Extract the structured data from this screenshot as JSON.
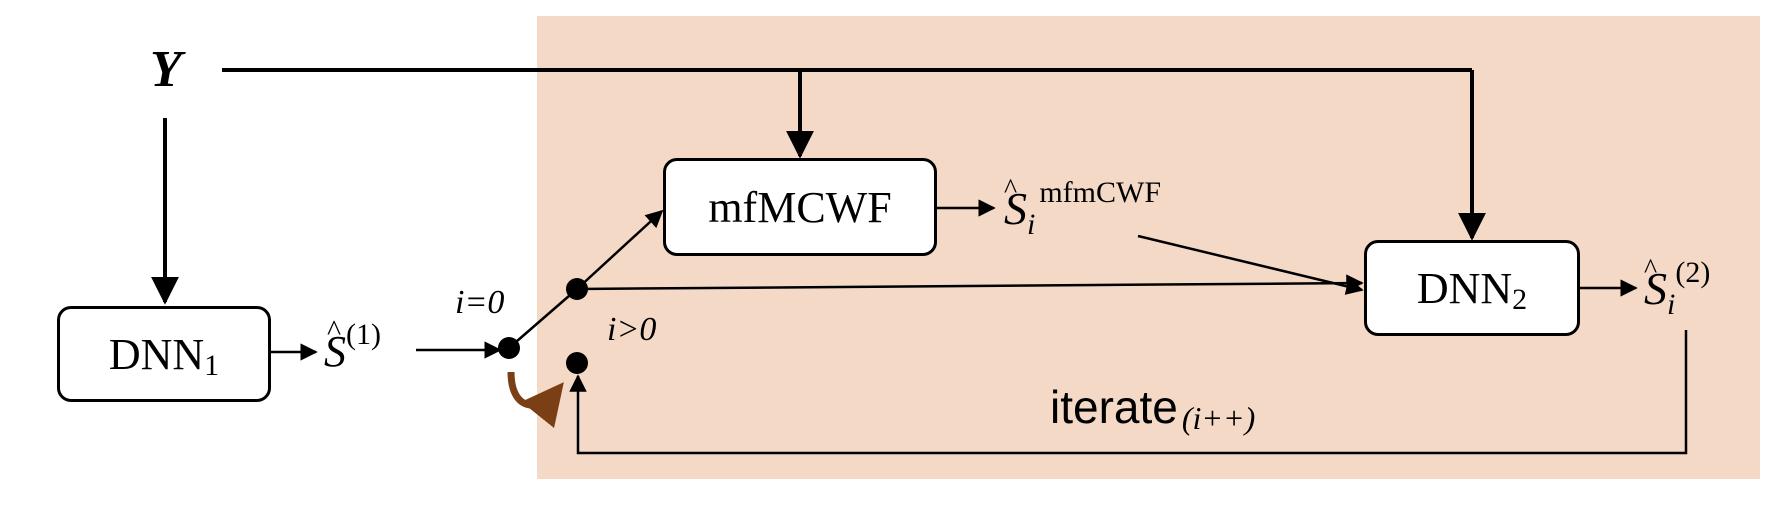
{
  "colors": {
    "region_fill": "#f3d9c6",
    "wire": "#000000",
    "switch_arrow": "#7a3f15",
    "box_border": "#000000"
  },
  "input": {
    "symbol": "Y"
  },
  "dnn1": {
    "name": "DNN",
    "sub": "1"
  },
  "dnn2": {
    "name": "DNN",
    "sub": "2"
  },
  "mfmcwf": {
    "label": "mfMCWF"
  },
  "s1": {
    "base": "S",
    "hat": "^",
    "sup": "(1)"
  },
  "s_mfmcwf": {
    "base": "S",
    "hat": "^",
    "sub": "i",
    "sup": "mfmCWF"
  },
  "s2": {
    "base": "S",
    "hat": "^",
    "sub": "i",
    "sup": "(2)"
  },
  "switch": {
    "i_eq_0": "i=0",
    "i_gt_0": "i>0"
  },
  "iterate": {
    "word": "iterate",
    "paren": "(i++)"
  }
}
